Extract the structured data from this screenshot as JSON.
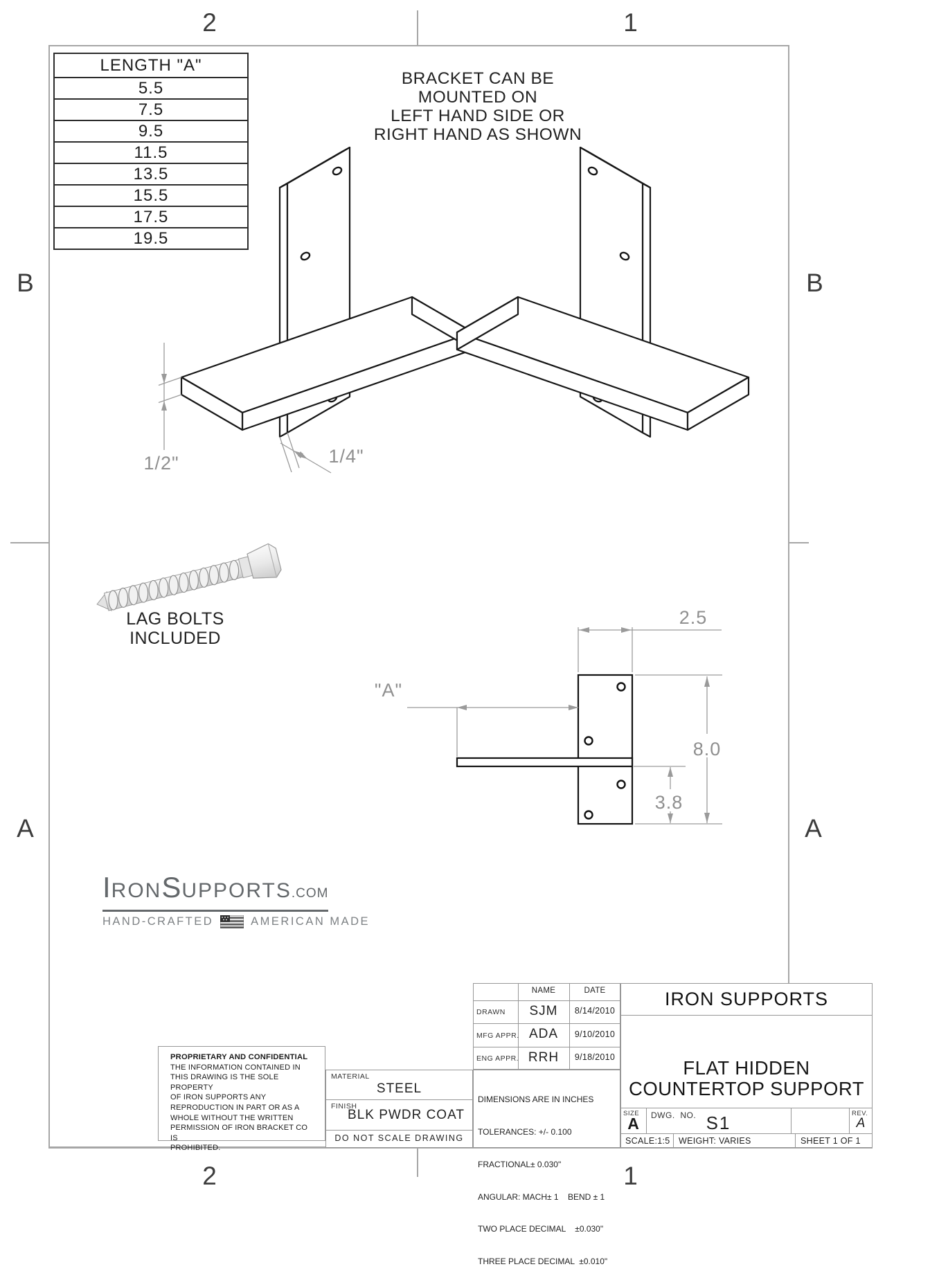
{
  "zones": {
    "top_left": "2",
    "top_right": "1",
    "bottom_left": "2",
    "bottom_right": "1",
    "left_upper": "B",
    "left_lower": "A",
    "right_upper": "B",
    "right_lower": "A"
  },
  "length_table": {
    "header": "LENGTH \"A\"",
    "values": [
      "5.5",
      "7.5",
      "9.5",
      "11.5",
      "13.5",
      "15.5",
      "17.5",
      "19.5"
    ]
  },
  "mount_note": {
    "line1": "BRACKET CAN BE",
    "line2": "MOUNTED ON",
    "line3": "LEFT HAND SIDE OR",
    "line4": "RIGHT HAND AS SHOWN"
  },
  "lag_note": {
    "line1": "LAG BOLTS",
    "line2": "INCLUDED"
  },
  "dims": {
    "shelf_thickness": "1/2\"",
    "plate_thickness": "1/4\"",
    "length_ref": "\"A\"",
    "plate_width": "2.5",
    "plate_height": "8.0",
    "hole_offset": "3.8"
  },
  "logo": {
    "i": "I",
    "ron": "RON",
    "s": "S",
    "upports": "UPPORTS",
    "com": ".COM",
    "tagline_left": "HAND-CRAFTED",
    "tagline_right": "AMERICAN MADE"
  },
  "title_block": {
    "approvals": {
      "name_header": "NAME",
      "date_header": "DATE",
      "rows": [
        {
          "role": "DRAWN",
          "name": "SJM",
          "date": "8/14/2010"
        },
        {
          "role": "MFG APPR.",
          "name": "ADA",
          "date": "9/10/2010"
        },
        {
          "role": "ENG APPR.",
          "name": "RRH",
          "date": "9/18/2010"
        }
      ]
    },
    "tolerances": [
      "DIMENSIONS ARE IN INCHES",
      "TOLERANCES: +/- 0.100",
      "FRACTIONAL± 0.030\"",
      "ANGULAR: MACH± 1    BEND ± 1",
      "TWO PLACE DECIMAL    ±0.030\"",
      "THREE PLACE DECIMAL  ±0.010\""
    ],
    "material_label": "MATERIAL",
    "material_value": "STEEL",
    "finish_label": "FINISH",
    "finish_value": "BLK PWDR COAT",
    "do_not_scale": "DO NOT SCALE DRAWING",
    "proprietary": {
      "title": "PROPRIETARY AND CONFIDENTIAL",
      "lines": [
        "THE INFORMATION CONTAINED IN",
        "THIS DRAWING IS THE SOLE PROPERTY",
        "OF IRON SUPPORTS  ANY",
        "REPRODUCTION IN PART OR AS A",
        "WHOLE WITHOUT THE WRITTEN",
        "PERMISSION OF IRON BRACKET CO IS",
        "PROHIBITED."
      ]
    },
    "company": "IRON SUPPORTS",
    "drawing_title_line1": "FLAT HIDDEN",
    "drawing_title_line2": "COUNTERTOP SUPPORT",
    "size_label": "SIZE",
    "size_value": "A",
    "dwg_label": "DWG.  NO.",
    "dwg_value": "S1",
    "rev_label": "REV.",
    "rev_value": "A",
    "scale": "SCALE:1:5",
    "weight": "WEIGHT: VARIES",
    "sheet": "SHEET 1 OF 1"
  }
}
